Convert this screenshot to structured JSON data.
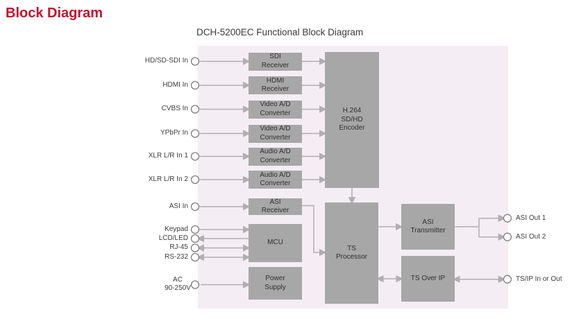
{
  "page": {
    "heading": "Block Diagram"
  },
  "diagram": {
    "title": "DCH-5200EC Functional Block Diagram",
    "colors": {
      "accent-red": "#c4122e",
      "panel-pink": "#f4eef4",
      "block-gray": "#a7a7a7",
      "line-gray": "#b2adb2",
      "port-stroke": "#7e7e7e",
      "text-dark": "#2f2f2f",
      "label-gray": "#3c3c3c"
    },
    "blocks": [
      {
        "id": "sdi-receiver",
        "label": "SDI\nReceiver"
      },
      {
        "id": "hdmi-receiver",
        "label": "HDMI\nReceiver"
      },
      {
        "id": "video-ad-converter-1",
        "label": "Video A/D\nConverter"
      },
      {
        "id": "video-ad-converter-2",
        "label": "Video A/D\nConverter"
      },
      {
        "id": "audio-ad-converter-1",
        "label": "Audio A/D\nConverter"
      },
      {
        "id": "audio-ad-converter-2",
        "label": "Audio A/D\nConverter"
      },
      {
        "id": "asi-receiver",
        "label": "ASI\nReceiver"
      },
      {
        "id": "mcu",
        "label": "MCU"
      },
      {
        "id": "power-supply",
        "label": "Power\nSupply"
      },
      {
        "id": "h264-encoder",
        "label": "H.264\nSD/HD\nEncoder"
      },
      {
        "id": "ts-processor",
        "label": "TS\nProcessor"
      },
      {
        "id": "asi-transmitter",
        "label": "ASI\nTransmitter"
      },
      {
        "id": "ts-over-ip",
        "label": "TS Over IP"
      }
    ],
    "inputs": [
      {
        "label": "HD/SD-SDI In"
      },
      {
        "label": "HDMI In"
      },
      {
        "label": "CVBS In"
      },
      {
        "label": "YPbPr In"
      },
      {
        "label": "XLR L/R In 1"
      },
      {
        "label": "XLR L/R In 2"
      },
      {
        "label": "ASI In"
      },
      {
        "label": "Keypad"
      },
      {
        "label": "LCD/LED"
      },
      {
        "label": "RJ-45"
      },
      {
        "label": "RS-232"
      },
      {
        "label": "AC\n90-250V"
      }
    ],
    "outputs": [
      {
        "label": "ASI Out 1"
      },
      {
        "label": "ASI Out 2"
      },
      {
        "label": "TS/IP In or Out"
      }
    ]
  }
}
